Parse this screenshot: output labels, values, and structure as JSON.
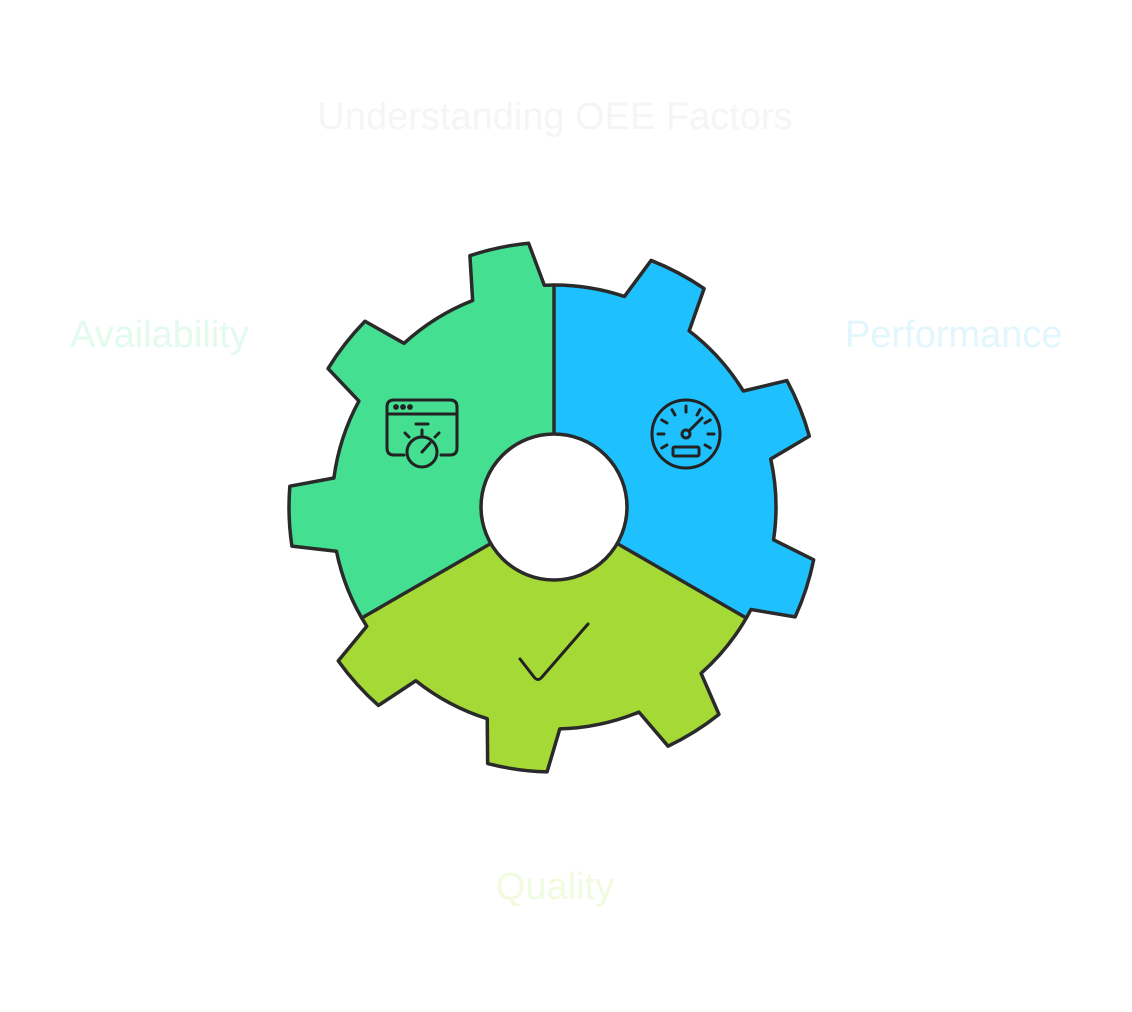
{
  "title": "Understanding OEE Factors",
  "segments": [
    {
      "id": "availability",
      "label": "Availability",
      "color": "#45df91",
      "icon": "browser-stopwatch-icon"
    },
    {
      "id": "performance",
      "label": "Performance",
      "color": "#1ec1fd",
      "icon": "speedometer-icon"
    },
    {
      "id": "quality",
      "label": "Quality",
      "color": "#a5da36",
      "icon": "checkmark-icon"
    }
  ],
  "colors": {
    "outline": "#2a2a2a",
    "title": "#f4f5f6"
  }
}
